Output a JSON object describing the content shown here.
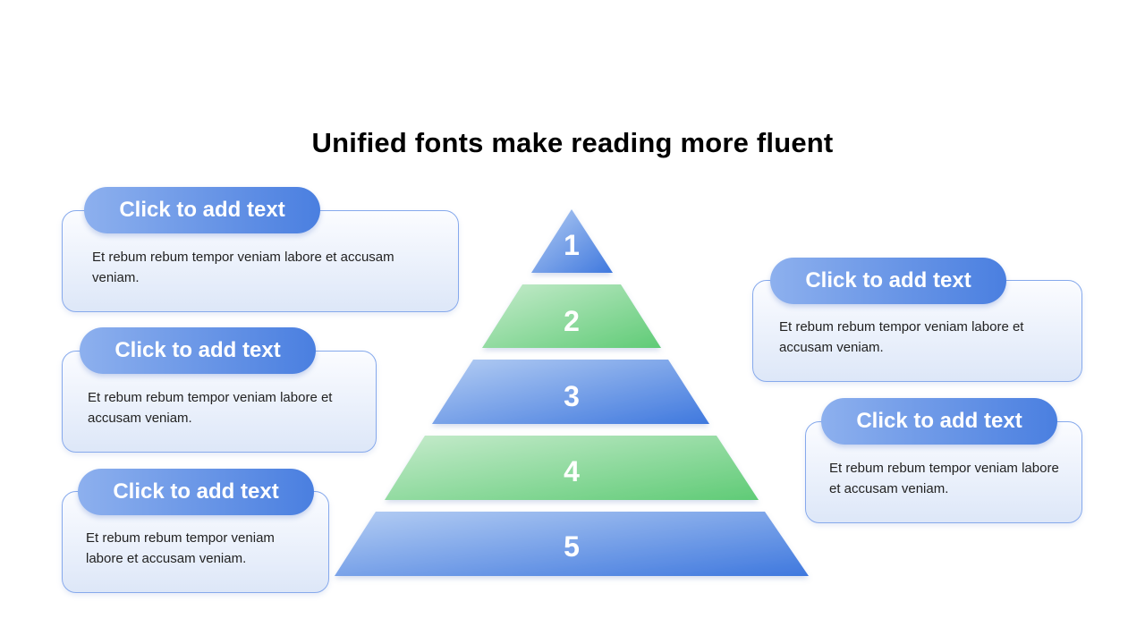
{
  "title": "Unified fonts make reading more fluent",
  "callouts": [
    {
      "heading": "Click to add text",
      "body": "Et rebum rebum tempor veniam labore et accusam veniam."
    },
    {
      "heading": "Click to add text",
      "body": "Et rebum rebum tempor veniam labore et accusam veniam."
    },
    {
      "heading": "Click to add text",
      "body": "Et rebum rebum tempor veniam labore et accusam veniam."
    },
    {
      "heading": "Click to add text",
      "body": "Et rebum rebum tempor veniam labore et accusam veniam."
    },
    {
      "heading": "Click to add text",
      "body": "Et rebum rebum tempor veniam labore et accusam veniam."
    }
  ],
  "pyramid": {
    "levels": [
      "1",
      "2",
      "3",
      "4",
      "5"
    ],
    "colors": {
      "blue_light": "#b4cdf3",
      "blue_dark": "#3f78de",
      "green_light": "#c6ebcc",
      "green_dark": "#5fcb76"
    }
  }
}
